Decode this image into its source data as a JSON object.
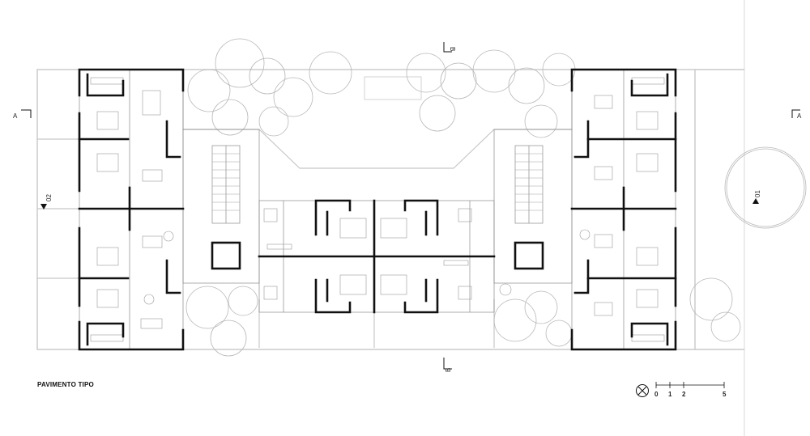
{
  "plan": {
    "title": "PAVIMENTO TIPO",
    "section_marks": {
      "a_left": "A",
      "a_right": "A",
      "b_top": "B",
      "b_bottom": "B"
    },
    "elevation_marks": {
      "left": "02",
      "right": "01"
    },
    "scale_bar": {
      "labels": [
        "0",
        "1",
        "2",
        "5"
      ]
    }
  }
}
